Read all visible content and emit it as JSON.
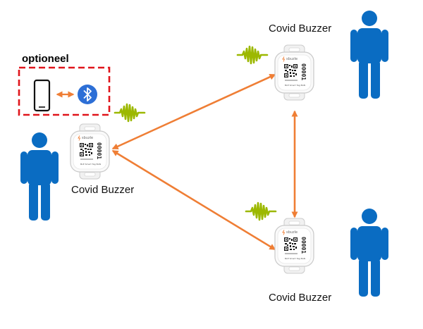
{
  "optional_label": "optioneel",
  "device_label": "Covid Buzzer",
  "device": {
    "brand": "sbuzle",
    "code": "00001",
    "caption": "BLE Smart Tag BAN"
  },
  "colors": {
    "person": "#0a6cc2",
    "arrow": "#ef7e35",
    "wave": "#9cb800",
    "dashed_box": "#e0151b",
    "bluetooth": "#2d6fd6"
  },
  "icons": {
    "phone": "smartphone-icon",
    "bluetooth": "bluetooth-icon",
    "person": "person-icon",
    "wave": "vibration-wave-icon"
  }
}
